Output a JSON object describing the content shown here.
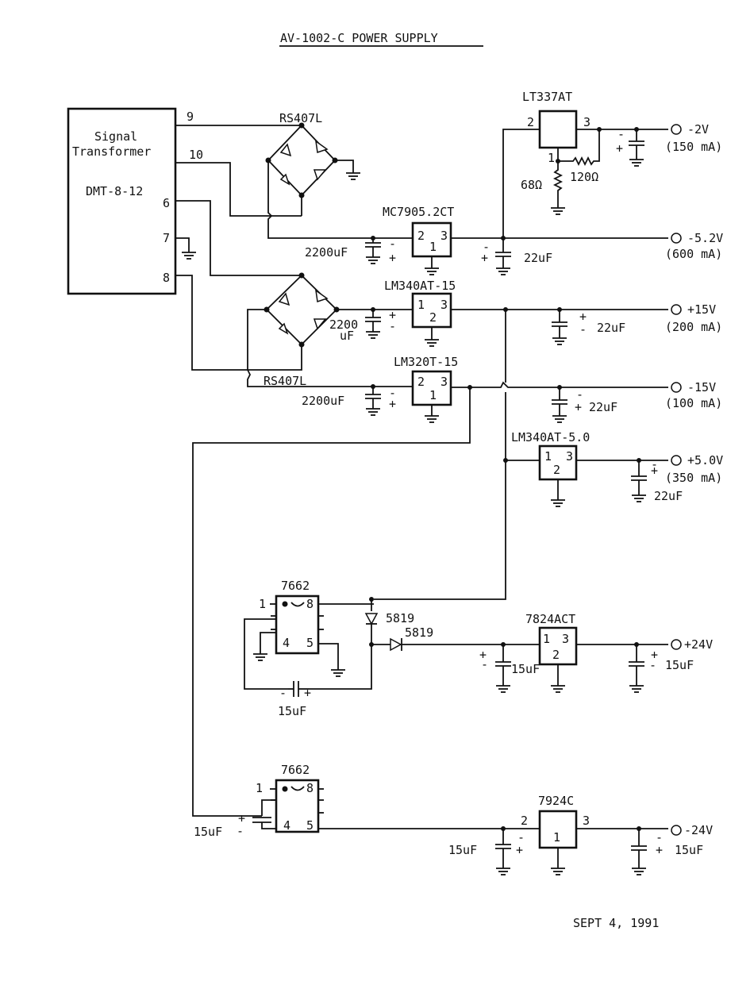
{
  "title": "AV-1002-C POWER SUPPLY",
  "date": "SEPT 4, 1991",
  "transformer": {
    "label_line1": "Signal",
    "label_line2": "Transformer",
    "part": "DMT-8-12",
    "pins": [
      "9",
      "10",
      "6",
      "7",
      "8"
    ]
  },
  "bridges": {
    "top": "RS407L",
    "bottom": "RS407L"
  },
  "regulators": {
    "lt337": {
      "name": "LT337AT",
      "p1": "2",
      "p2": "3",
      "p3": "1"
    },
    "mc7905": {
      "name": "MC7905.2CT",
      "p1": "2",
      "p2": "3",
      "p3": "1"
    },
    "lm340_15": {
      "name": "LM340AT-15",
      "p1": "1",
      "p2": "3",
      "p3": "2"
    },
    "lm320_15": {
      "name": "LM320T-15",
      "p1": "2",
      "p2": "3",
      "p3": "1"
    },
    "lm340_5": {
      "name": "LM340AT-5.0",
      "p1": "1",
      "p2": "3",
      "p3": "2"
    },
    "r7824": {
      "name": "7824ACT",
      "p1": "1",
      "p2": "3",
      "p3": "2"
    },
    "r7924": {
      "name": "7924C",
      "p1": "2",
      "p2": "3",
      "p3": "1"
    }
  },
  "converters": {
    "top": {
      "name": "7662",
      "p1": "1",
      "p8": "8",
      "p4": "4",
      "p5": "5"
    },
    "bottom": {
      "name": "7662",
      "p1": "1",
      "p8": "8",
      "p4": "4",
      "p5": "5"
    }
  },
  "diodes": {
    "d1": "5819",
    "d2": "5819"
  },
  "resistors": {
    "r1": "68Ω",
    "r2": "120Ω"
  },
  "caps": {
    "c2200": "2200uF",
    "c2200_a": "2200",
    "c2200_b": "uF",
    "c22": "22uF",
    "c15": "15uF"
  },
  "signs": {
    "plus": "+",
    "minus": "-"
  },
  "outputs": [
    {
      "voltage": "-2V",
      "current": "(150 mA)"
    },
    {
      "voltage": "-5.2V",
      "current": "(600 mA)"
    },
    {
      "voltage": "+15V",
      "current": "(200 mA)"
    },
    {
      "voltage": "-15V",
      "current": "(100 mA)"
    },
    {
      "voltage": "+5.0V",
      "current": "(350 mA)"
    },
    {
      "voltage": "+24V",
      "current": ""
    },
    {
      "voltage": "-24V",
      "current": ""
    }
  ]
}
